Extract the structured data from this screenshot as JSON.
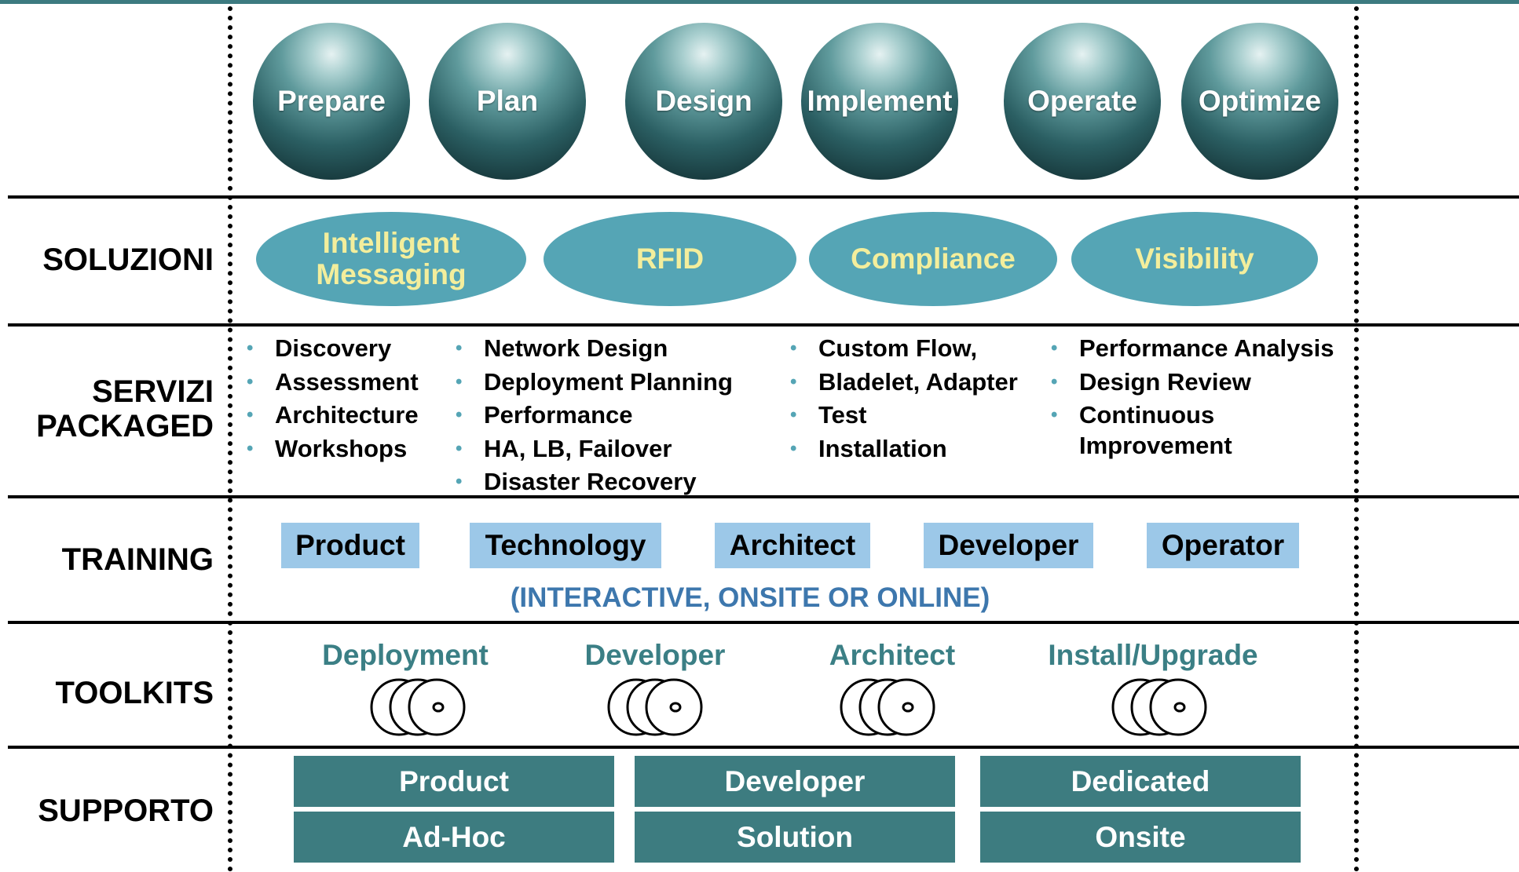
{
  "phases": [
    {
      "label": "Prepare"
    },
    {
      "label": "Plan"
    },
    {
      "label": "Design"
    },
    {
      "label": "Implement"
    },
    {
      "label": "Operate"
    },
    {
      "label": "Optimize"
    }
  ],
  "rows": {
    "soluzioni": "SOLUZIONI",
    "servizi_line1": "SERVIZI",
    "servizi_line2": "PACKAGED",
    "training": "TRAINING",
    "toolkits": "TOOLKITS",
    "supporto": "SUPPORTO"
  },
  "solutions": [
    {
      "line1": "Intelligent",
      "line2": "Messaging"
    },
    {
      "line1": "RFID",
      "line2": ""
    },
    {
      "line1": "Compliance",
      "line2": ""
    },
    {
      "line1": "Visibility",
      "line2": ""
    }
  ],
  "services": [
    {
      "items": [
        "Discovery",
        "Assessment",
        "Architecture",
        "Workshops"
      ]
    },
    {
      "items": [
        "Network Design",
        "Deployment Planning",
        "Performance",
        "HA, LB, Failover",
        "Disaster Recovery"
      ]
    },
    {
      "items": [
        "Custom Flow,",
        "Bladelet, Adapter",
        "Test",
        "Installation"
      ]
    },
    {
      "items": [
        "Performance Analysis",
        "Design Review",
        "Continuous",
        "Improvement"
      ]
    }
  ],
  "bullet_glyph": "•",
  "training": {
    "items": [
      "Product",
      "Technology",
      "Architect",
      "Developer",
      "Operator"
    ],
    "note": "(INTERACTIVE, ONSITE OR ONLINE)"
  },
  "toolkits": [
    "Deployment",
    "Developer",
    "Architect",
    "Install/Upgrade"
  ],
  "support": {
    "top": [
      "Product",
      "Developer",
      "Dedicated"
    ],
    "bottom": [
      "Ad-Hoc",
      "Solution",
      "Onsite"
    ]
  },
  "colors": {
    "sphere_dark": "#0c2427",
    "ellipse_fill": "#55a5b5",
    "ellipse_text": "#f3ee9c",
    "training_box": "#9cc8e8",
    "training_note": "#3d77ad",
    "toolkit_text": "#3b7f85",
    "support_box": "#3d7c80"
  },
  "icons": {
    "disc": "cd-disc-stack-icon"
  }
}
